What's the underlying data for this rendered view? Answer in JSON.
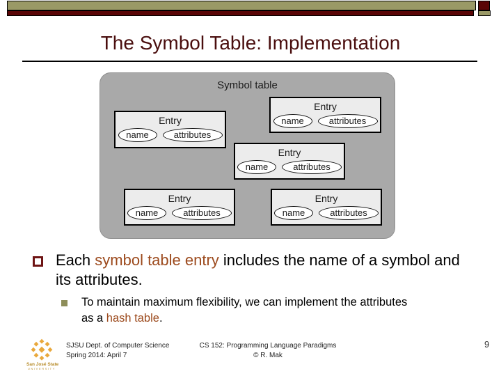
{
  "header_bars": {
    "tan_color": "#9a9966",
    "dark_red_color": "#5a0506"
  },
  "title": {
    "text": "The Symbol Table: Implementation",
    "color": "#4a0e0e"
  },
  "diagram": {
    "label": "Symbol table",
    "background_color": "#a9a9a9",
    "entry_fill_color": "#ececec",
    "entries": [
      {
        "label": "Entry",
        "name": "name",
        "attributes": "attributes"
      },
      {
        "label": "Entry",
        "name": "name",
        "attributes": "attributes"
      },
      {
        "label": "Entry",
        "name": "name",
        "attributes": "attributes"
      },
      {
        "label": "Entry",
        "name": "name",
        "attributes": "attributes"
      },
      {
        "label": "Entry",
        "name": "name",
        "attributes": "attributes"
      }
    ]
  },
  "bullets": {
    "accent_color": "#9c4a1d",
    "bullet1": {
      "pre": "Each ",
      "accent": "symbol table entry",
      "post": " includes the name of a symbol and its attributes."
    },
    "bullet2": {
      "pre": "To maintain maximum flexibility, we can implement the attributes as a ",
      "accent": "hash table",
      "post": "."
    }
  },
  "footer": {
    "logo_line1": "San José State",
    "logo_line2": "UNIVERSITY",
    "left_line1": "SJSU Dept. of Computer Science",
    "left_line2": "Spring 2014: April 7",
    "center_line1": "CS 152: Programming Language Paradigms",
    "center_line2": "© R. Mak",
    "page_number": "9"
  }
}
